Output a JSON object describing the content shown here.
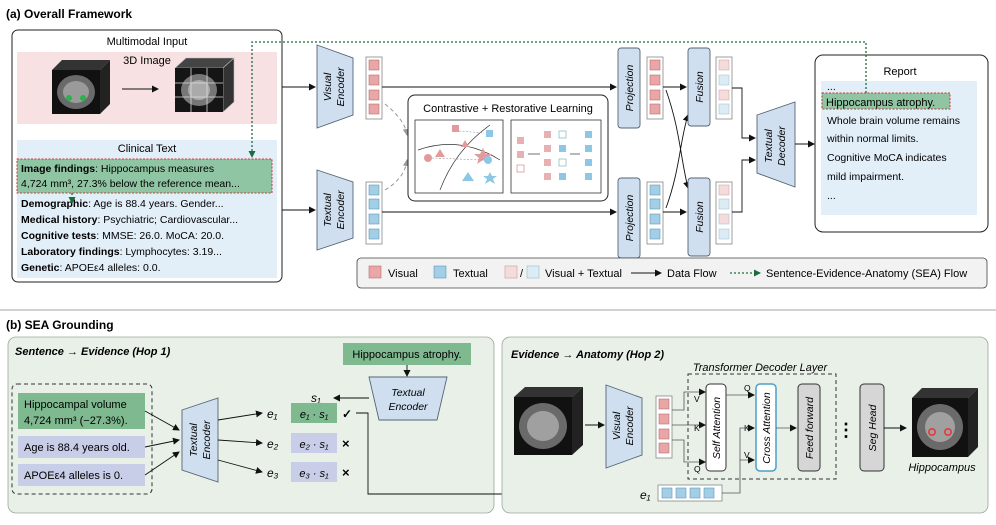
{
  "section_a": {
    "title": "(a) Overall Framework"
  },
  "section_b": {
    "title": "(b) SEA Grounding"
  },
  "input": {
    "title": "Multimodal Input",
    "image_title": "3D Image",
    "text_title": "Clinical Text",
    "findings_key": "Image findings",
    "findings_val1": ": Hippocampus measures",
    "findings_val2": "4,724 mm³, 27.3% below the reference mean...",
    "rows": [
      {
        "key": "Demographic",
        "val": ": Age is 88.4 years. Gender..."
      },
      {
        "key": "Medical history",
        "val": ": Psychiatric; Cardiovascular..."
      },
      {
        "key": "Cognitive tests",
        "val": ": MMSE: 26.0. MoCA: 20.0."
      },
      {
        "key": "Laboratory findings",
        "val": ": Lymphocytes: 3.19..."
      },
      {
        "key": "Genetic",
        "val": ": APOEε4 alleles: 0.0."
      }
    ]
  },
  "modules": {
    "visual_encoder": [
      "Visual",
      "Encoder"
    ],
    "textual_encoder": [
      "Textual",
      "Encoder"
    ],
    "projection": "Projection",
    "fusion": "Fusion",
    "textual_decoder": [
      "Textual",
      "Decoder"
    ],
    "contrastive": "Contrastive + Restorative Learning"
  },
  "report": {
    "title": "Report",
    "lines": [
      "...",
      "Hippocampus atrophy.",
      "Whole brain volume remains",
      "within normal limits.",
      "Cognitive MoCA indicates",
      "mild impairment.",
      "..."
    ]
  },
  "legend": {
    "visual": "Visual",
    "textual": "Textual",
    "slash": "/",
    "both": "Visual + Textual",
    "flow": "Data Flow",
    "sea": "Sentence-Evidence-Anatomy (SEA) Flow"
  },
  "hop1": {
    "title": "Sentence → Evidence (Hop 1)",
    "sentence": "Hippocampus atrophy.",
    "encoder": [
      "Textual",
      "Encoder"
    ],
    "s_label": "s₁",
    "evidence": [
      {
        "lines": [
          "Hippocampal volume",
          "4,724 mm³ (−27.3%)."
        ],
        "e": "e₁",
        "score": "e₁ · s₁",
        "mark": "✓"
      },
      {
        "lines": [
          "Age is 88.4 years old."
        ],
        "e": "e₂",
        "score": "e₂ · s₁",
        "mark": "×"
      },
      {
        "lines": [
          "APOEε4 alleles is 0."
        ],
        "e": "e₃",
        "score": "e₃ · s₁",
        "mark": "×"
      }
    ]
  },
  "hop2": {
    "title": "Evidence → Anatomy (Hop 2)",
    "layer_title": "Transformer Decoder Layer",
    "encoder": [
      "Visual",
      "Encoder"
    ],
    "self_attn": "Self Attention",
    "cross_attn": "Cross Attention",
    "ffn": "Feed forward",
    "dots": "⋮",
    "seg_head": "Seg Head",
    "qkv": [
      "Q",
      "K",
      "V"
    ],
    "output": "Hippocampus",
    "e_label": "e₁"
  },
  "colors": {
    "visual": "#e8a6a6",
    "textual": "#a3cfe6",
    "encoder": "#cfdff0",
    "sentence_bg": "#7fb98f",
    "sea_green": "#1e6b3b",
    "highlight_red": "#d62d2d"
  }
}
